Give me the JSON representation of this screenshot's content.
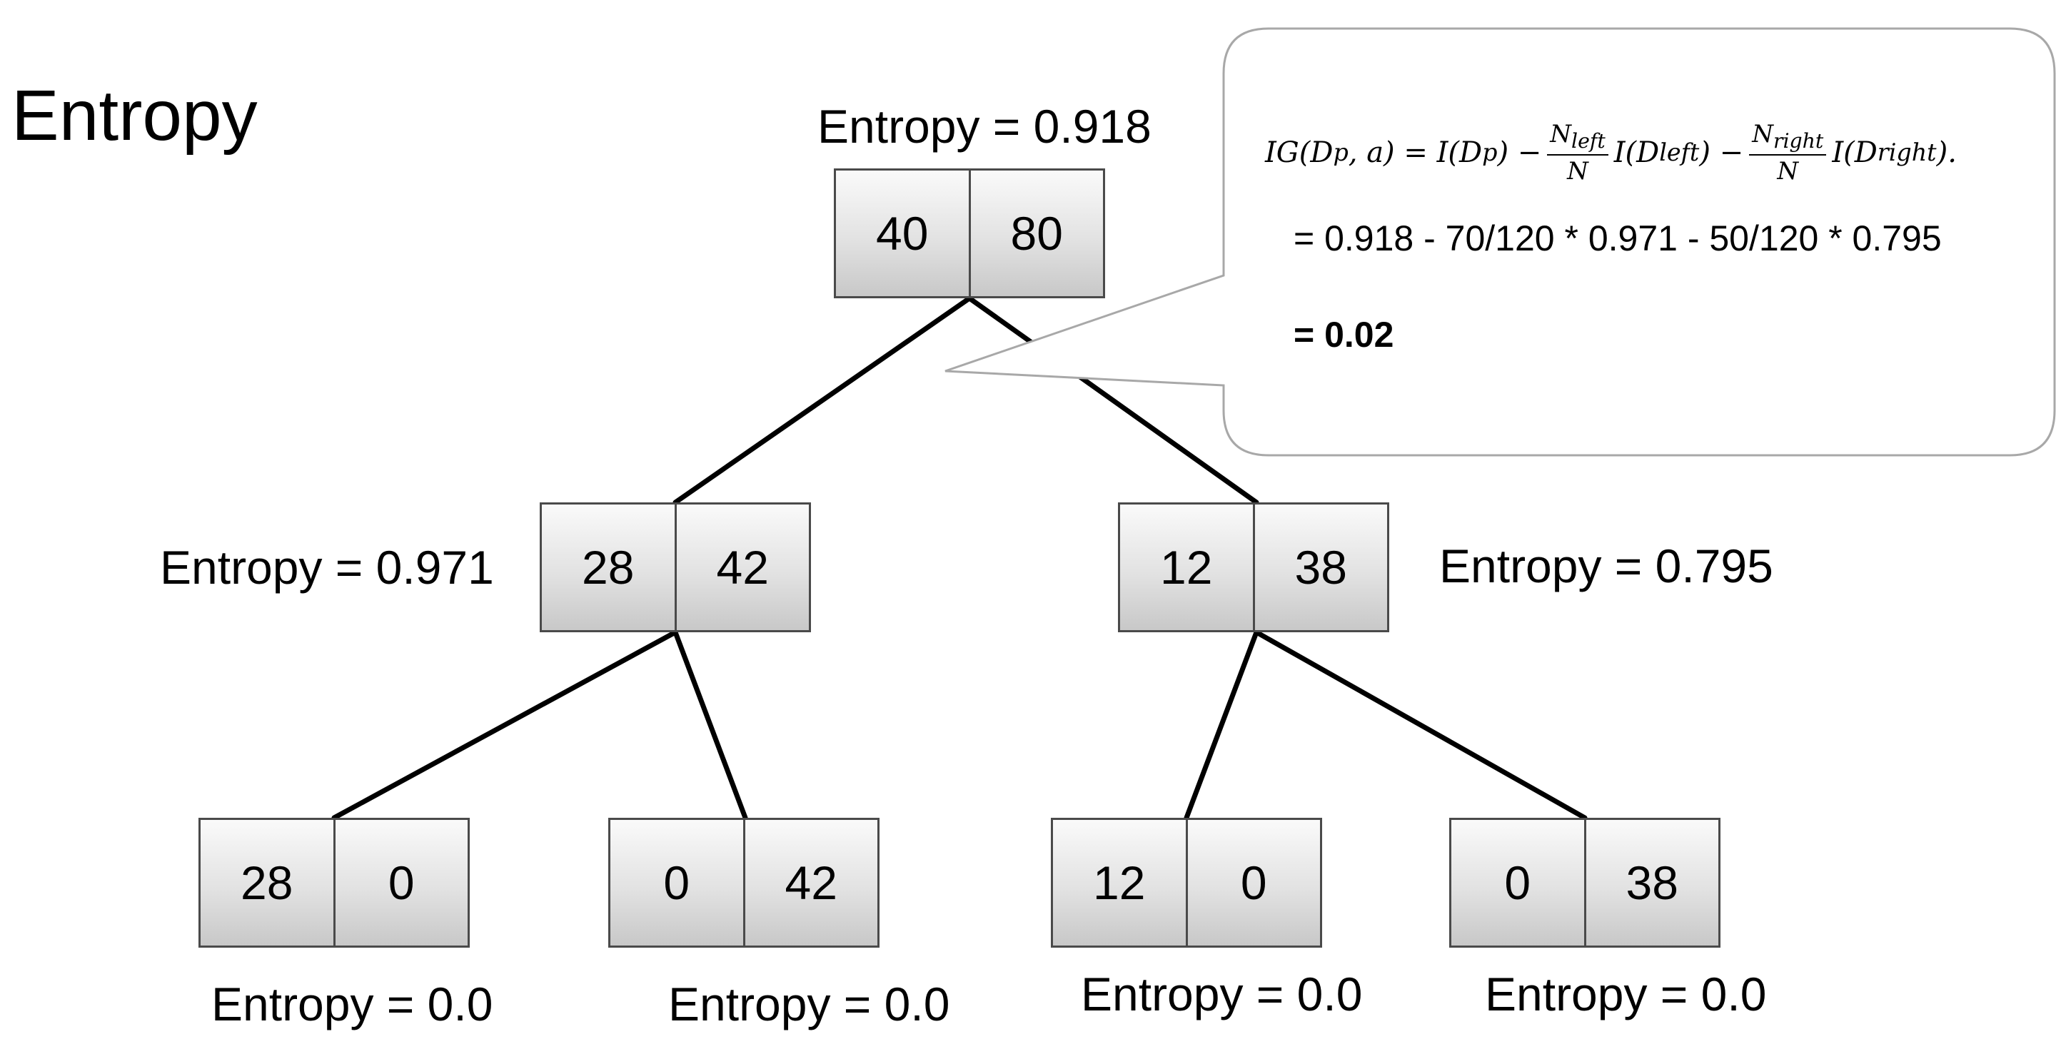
{
  "title": "Entropy",
  "tree": {
    "root": {
      "counts": [
        "40",
        "80"
      ],
      "entropy": "Entropy = 0.918"
    },
    "left": {
      "counts": [
        "28",
        "42"
      ],
      "entropy": "Entropy = 0.971"
    },
    "right": {
      "counts": [
        "12",
        "38"
      ],
      "entropy": "Entropy = 0.795"
    },
    "left_left": {
      "counts": [
        "28",
        "0"
      ],
      "entropy": "Entropy = 0.0"
    },
    "left_right": {
      "counts": [
        "0",
        "42"
      ],
      "entropy": "Entropy = 0.0"
    },
    "right_left": {
      "counts": [
        "12",
        "0"
      ],
      "entropy": "Entropy = 0.0"
    },
    "right_right": {
      "counts": [
        "0",
        "38"
      ],
      "entropy": "Entropy = 0.0"
    }
  },
  "callout": {
    "formula": {
      "lhs": "IG(D",
      "lhs_sub": "p",
      "lhs_end": ", a) = I(D",
      "p_sub": "p",
      "p_end": ") −",
      "frac1_num": "N",
      "frac1_num_sub": "left",
      "frac1_den": "N",
      "term1": "I(D",
      "term1_sub": "left",
      "term1_end": ") −",
      "frac2_num": "N",
      "frac2_num_sub": "right",
      "frac2_den": "N",
      "term2": "I(D",
      "term2_sub": "right",
      "term2_end": ")."
    },
    "calculation": "= 0.918 - 70/120 * 0.971 - 50/120 * 0.795",
    "result": "= 0.02"
  }
}
